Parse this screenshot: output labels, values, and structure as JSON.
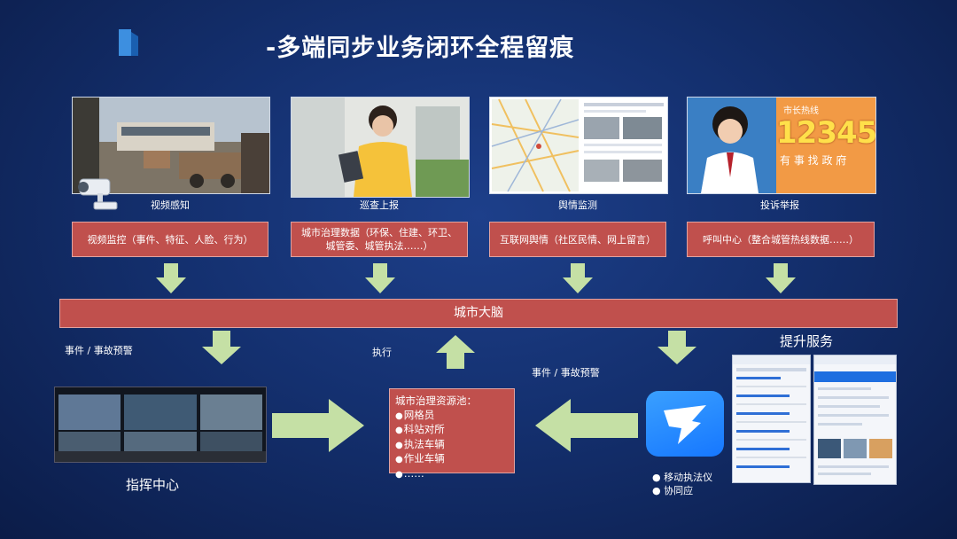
{
  "title": "-多端同步业务闭环全程留痕",
  "sources": [
    {
      "caption": "视频感知",
      "box": "视频监控（事件、特征、人脸、行为）"
    },
    {
      "caption": "巡查上报",
      "box_line1": "城市治理数据（环保、住建、环卫、",
      "box_line2": "城管委、城管执法……）"
    },
    {
      "caption": "舆情监测",
      "box": "互联网舆情（社区民情、网上留言）"
    },
    {
      "caption": "投诉举报",
      "box": "呼叫中心（整合城管热线数据……）"
    }
  ],
  "hotline_sign": {
    "line1": "市长热线",
    "number": "12345",
    "line2": "有 事 找 政 府"
  },
  "brain": "城市大脑",
  "flow": {
    "left_alert": "事件 / 事故预警",
    "execute": "执行",
    "right_alert": "事件 / 事故预警",
    "upgrade": "提升服务",
    "command_center": "指挥中心"
  },
  "pool": {
    "title": "城市治理资源池：",
    "items": [
      "网格员",
      "科站对所",
      "执法车辆",
      "作业车辆",
      "……"
    ]
  },
  "mobile": {
    "bullets": [
      "移动执法仪",
      "协同应"
    ]
  },
  "colors": {
    "red_box": "#c0504d",
    "arrow_green": "#c5e0a5",
    "background": "#14306f"
  }
}
